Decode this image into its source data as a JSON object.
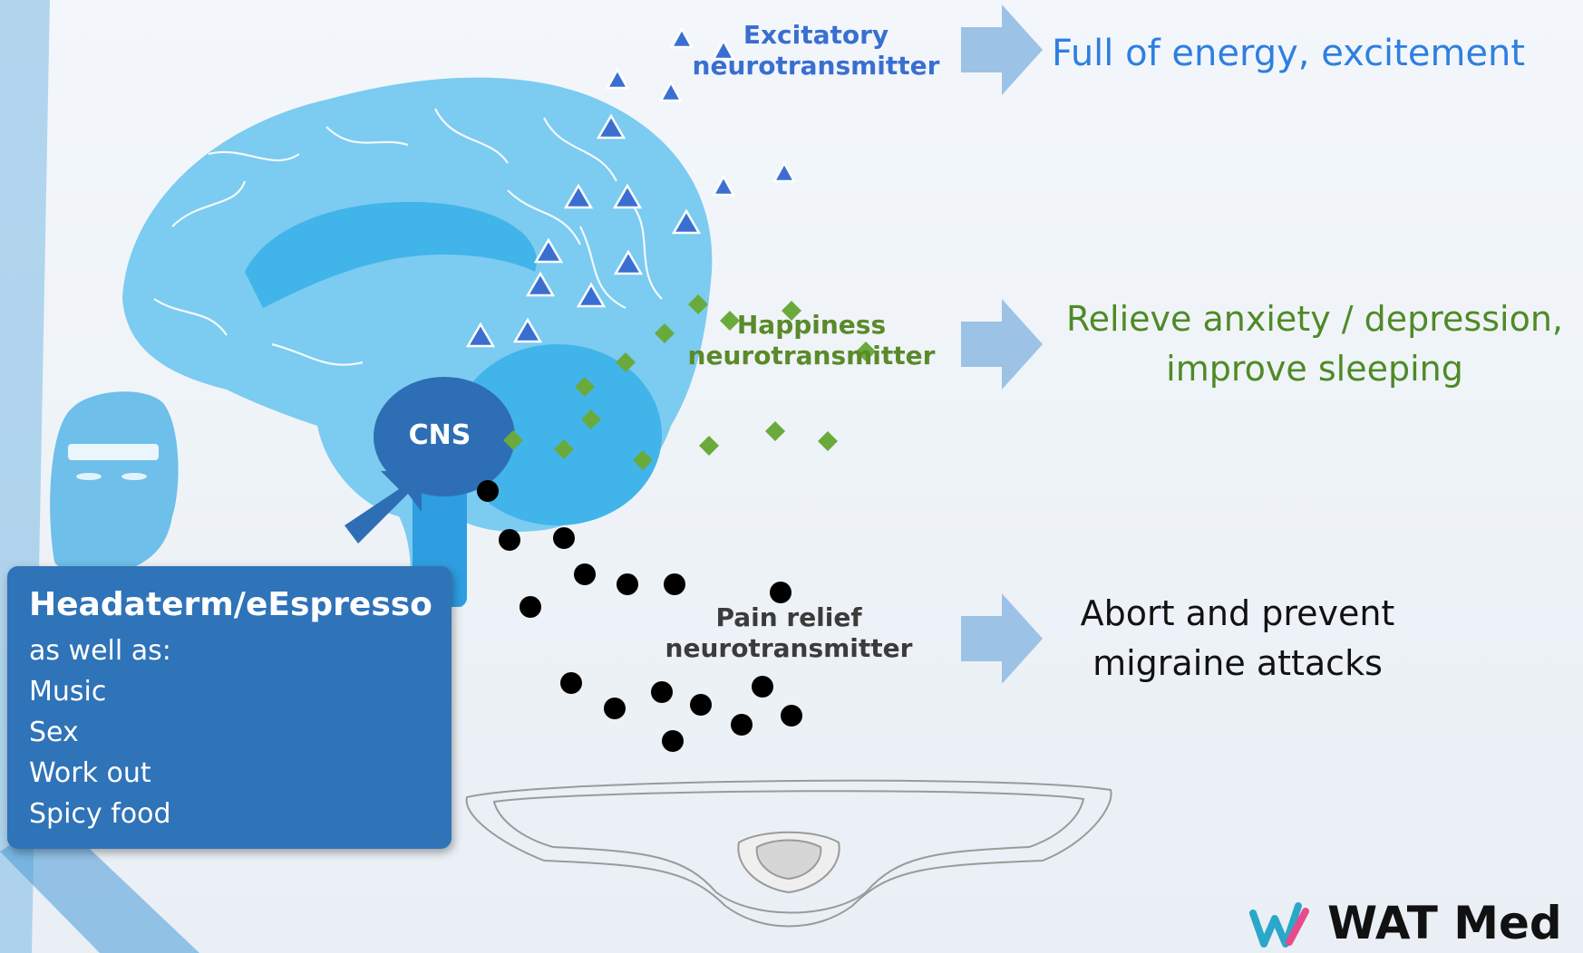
{
  "labels": {
    "excitatory": "Excitatory neurotransmitter",
    "happiness": "Happiness neurotransmitter",
    "pain": "Pain relief neurotransmitter",
    "cns": "CNS"
  },
  "outcomes": {
    "energy": "Full of energy, excitement",
    "anxiety_line1": "Relieve anxiety / depression,",
    "anxiety_line2": "improve sleeping",
    "migraine_line1": "Abort and prevent",
    "migraine_line2": "migraine attacks"
  },
  "triggers": {
    "title": "Headaterm/eEspresso",
    "items": [
      "as well as:",
      "Music",
      "Sex",
      "Work out",
      "Spicy food"
    ]
  },
  "brand": {
    "name": "WAT Med"
  },
  "colors": {
    "brain": "#7ccbf0",
    "brain_inner": "#41b4ea",
    "cns": "#2d6eb5",
    "excitatory": "#3a6fd1",
    "happiness": "#6aaa3c",
    "pain": "#000000",
    "arrow": "#9cc2e6",
    "panel": "#2f73b8"
  },
  "icons": [
    "triangle-marker",
    "diamond-marker",
    "dot-marker",
    "right-arrow-icon",
    "face-icon",
    "headband-device",
    "brand-logo-icon"
  ]
}
